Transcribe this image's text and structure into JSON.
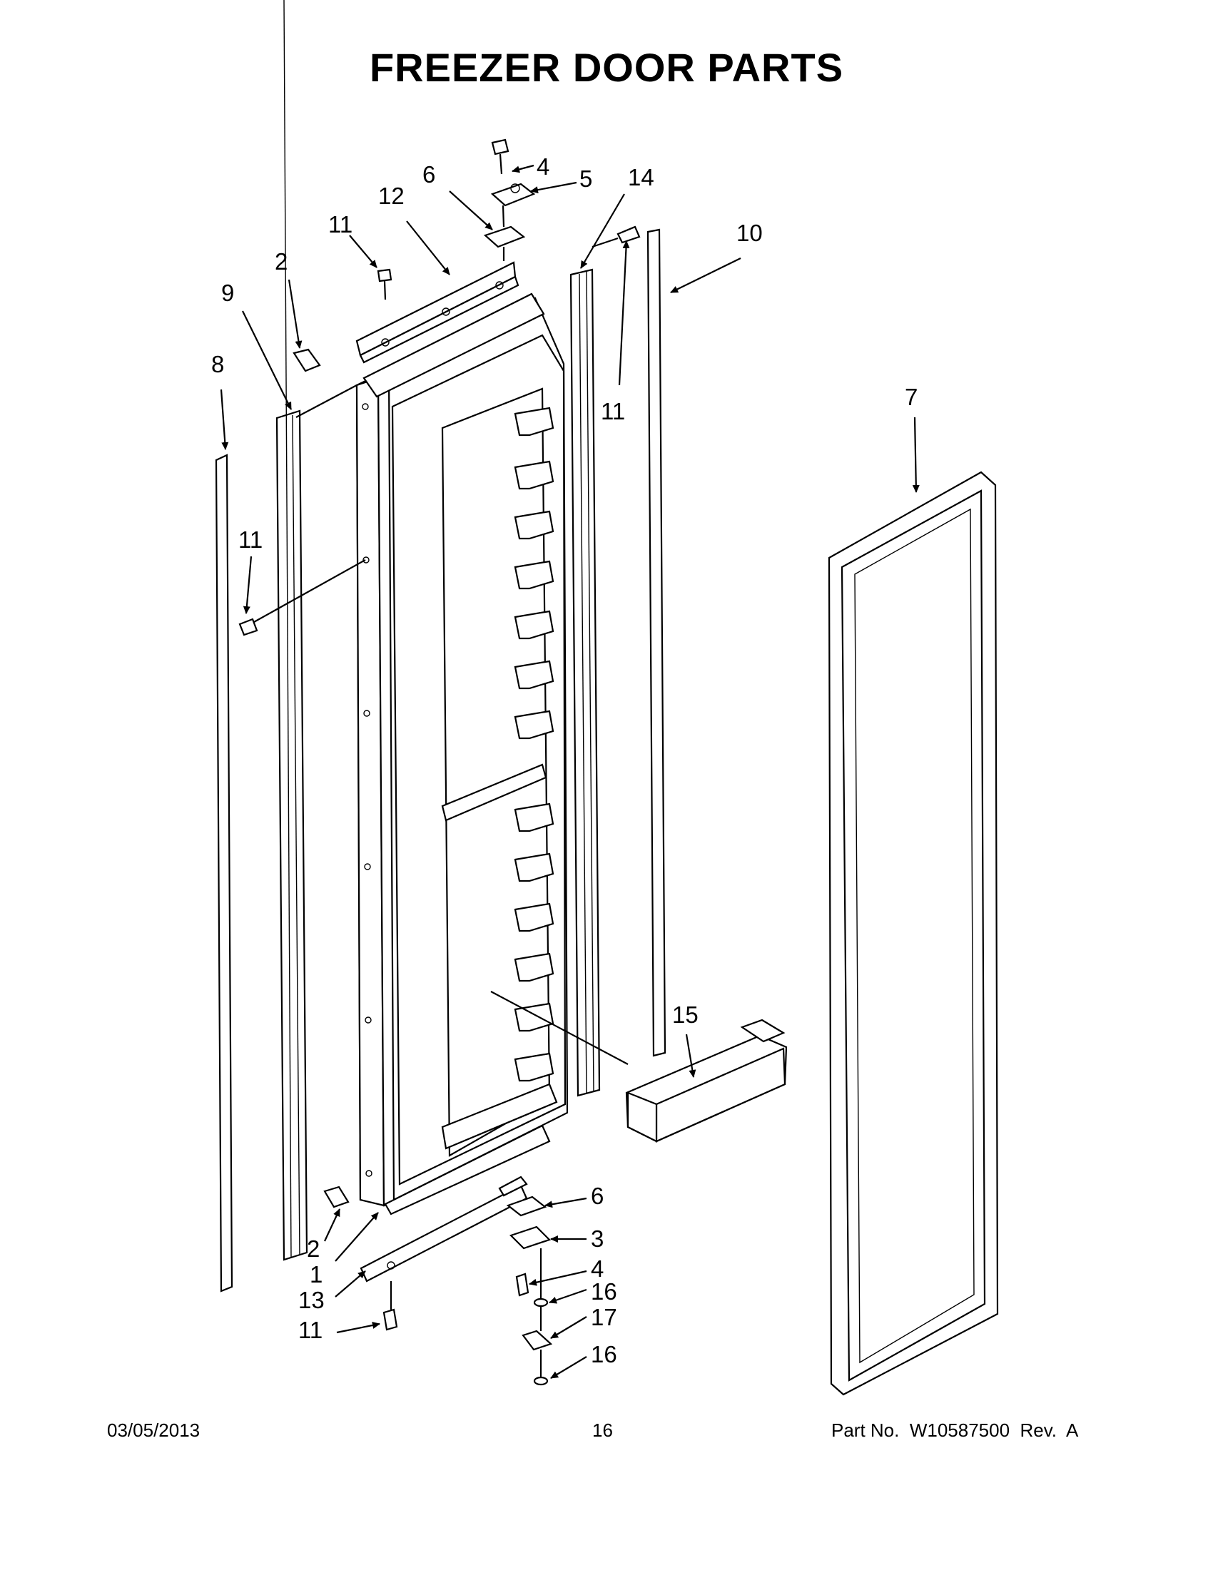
{
  "title": "FREEZER DOOR PARTS",
  "footer": {
    "date": "03/05/2013",
    "page": "16",
    "part_number": "Part No.  W10587500  Rev.  A"
  },
  "callouts": [
    "4",
    "5",
    "6",
    "12",
    "14",
    "11",
    "10",
    "2",
    "9",
    "8",
    "11",
    "7",
    "11",
    "15",
    "6",
    "3",
    "4",
    "16",
    "17",
    "16",
    "2",
    "1",
    "13",
    "11"
  ]
}
